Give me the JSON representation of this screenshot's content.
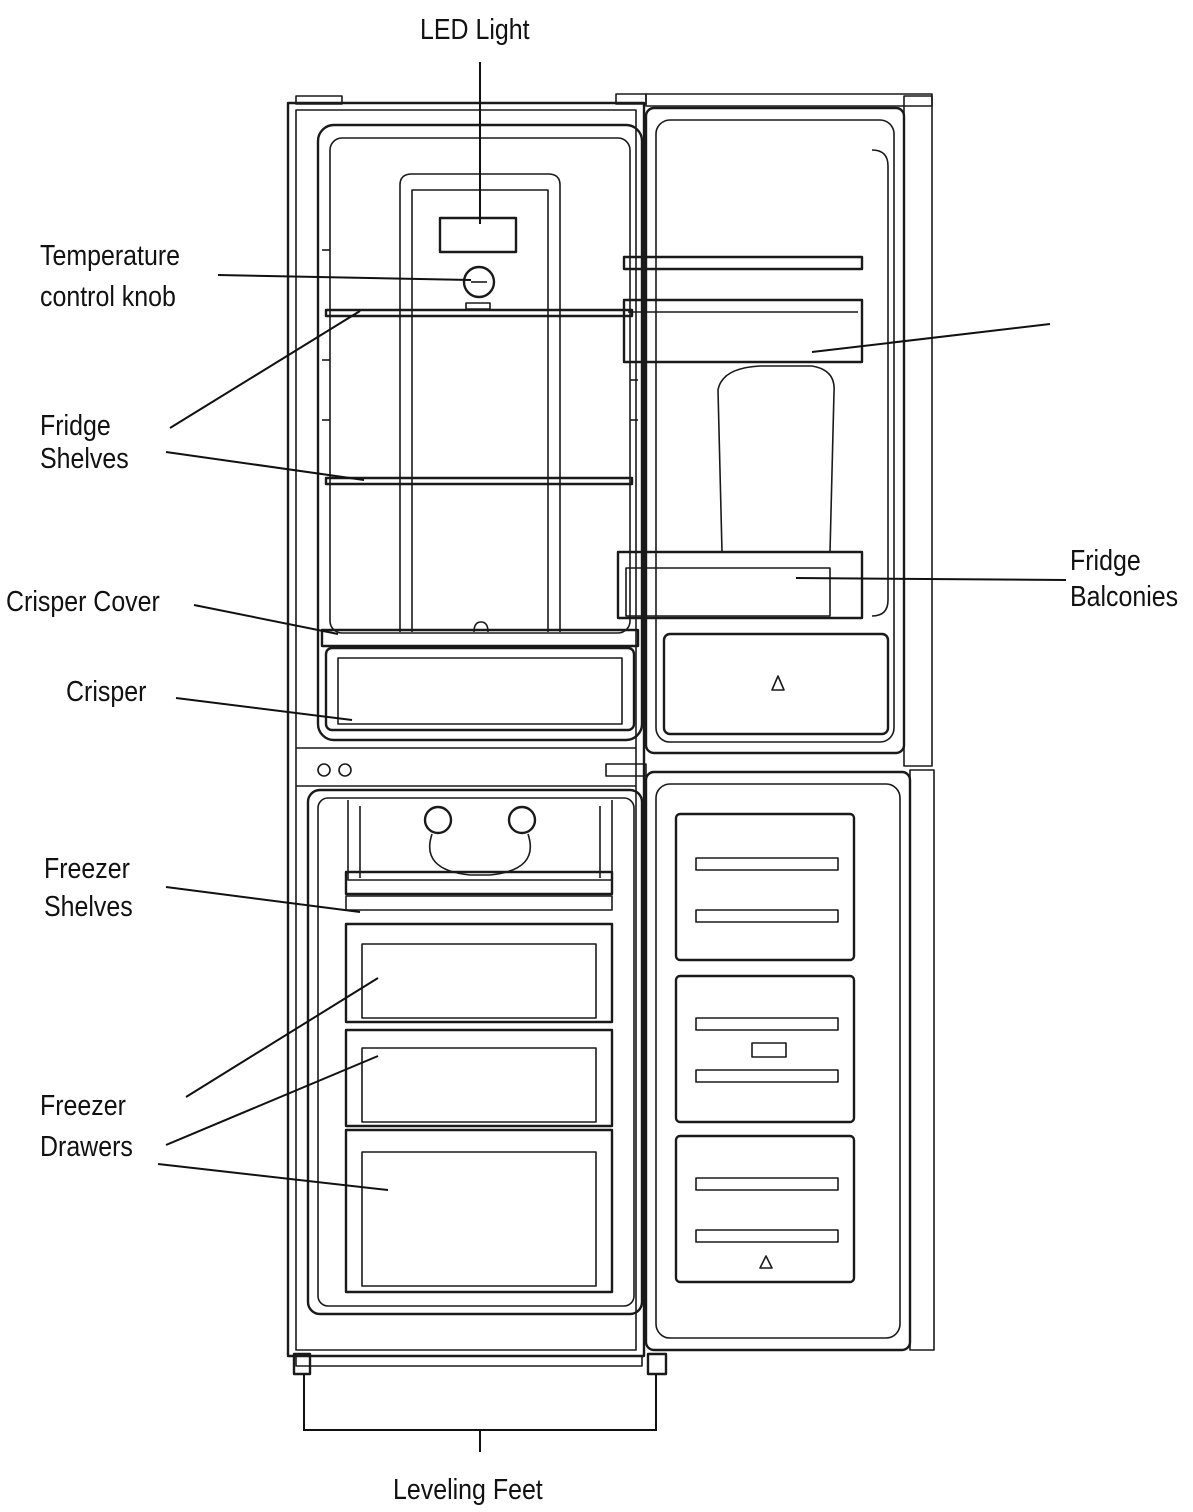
{
  "labels": {
    "led_light": "LED Light",
    "temperature_knob": [
      "Temperature",
      "control knob"
    ],
    "fridge_shelves": [
      "Fridge",
      "Shelves"
    ],
    "crisper_cover": "Crisper Cover",
    "crisper": "Crisper",
    "freezer_shelves": [
      "Freezer",
      "Shelves"
    ],
    "freezer_drawers": [
      "Freezer",
      "Drawers"
    ],
    "fridge_balconies": [
      "Fridge",
      "Balconies"
    ],
    "leveling_feet": "Leveling Feet"
  },
  "colors": {
    "line": "#1a1a1a",
    "background": "#ffffff"
  }
}
